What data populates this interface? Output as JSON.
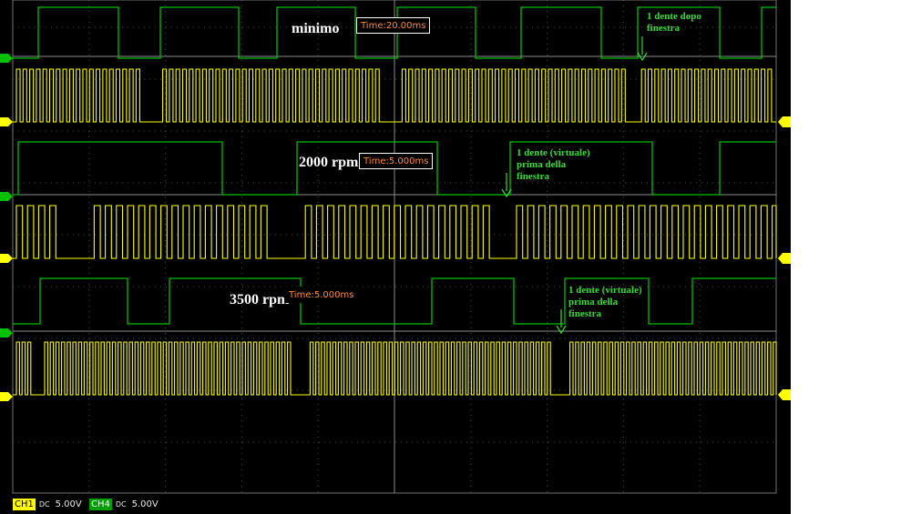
{
  "panels": [
    {
      "speed_label": "minimo",
      "time": "Time:20.00ms",
      "annotation": [
        "1 dente dopo",
        "finestra"
      ]
    },
    {
      "speed_label": "2000 rpm",
      "time": "Time:5.000ms",
      "annotation": [
        "1 dente (virtuale)",
        "prima della",
        "finestra"
      ]
    },
    {
      "speed_label": "3500 rpm",
      "time": "Time:5.000ms",
      "annotation": [
        "1 dente (virtuale)",
        "prima della",
        "finestra"
      ]
    }
  ],
  "channels": [
    {
      "name": "CH1",
      "coupling": "DC",
      "scale": "5.00V"
    },
    {
      "name": "CH4",
      "coupling": "DC",
      "scale": "5.00V"
    }
  ],
  "colors": {
    "ch1_trace": "#ffff00",
    "ch4_trace": "#00c000",
    "grid": "#4a4a4a",
    "annotation": "#33dd33",
    "time_text": "#ff8a2a"
  }
}
